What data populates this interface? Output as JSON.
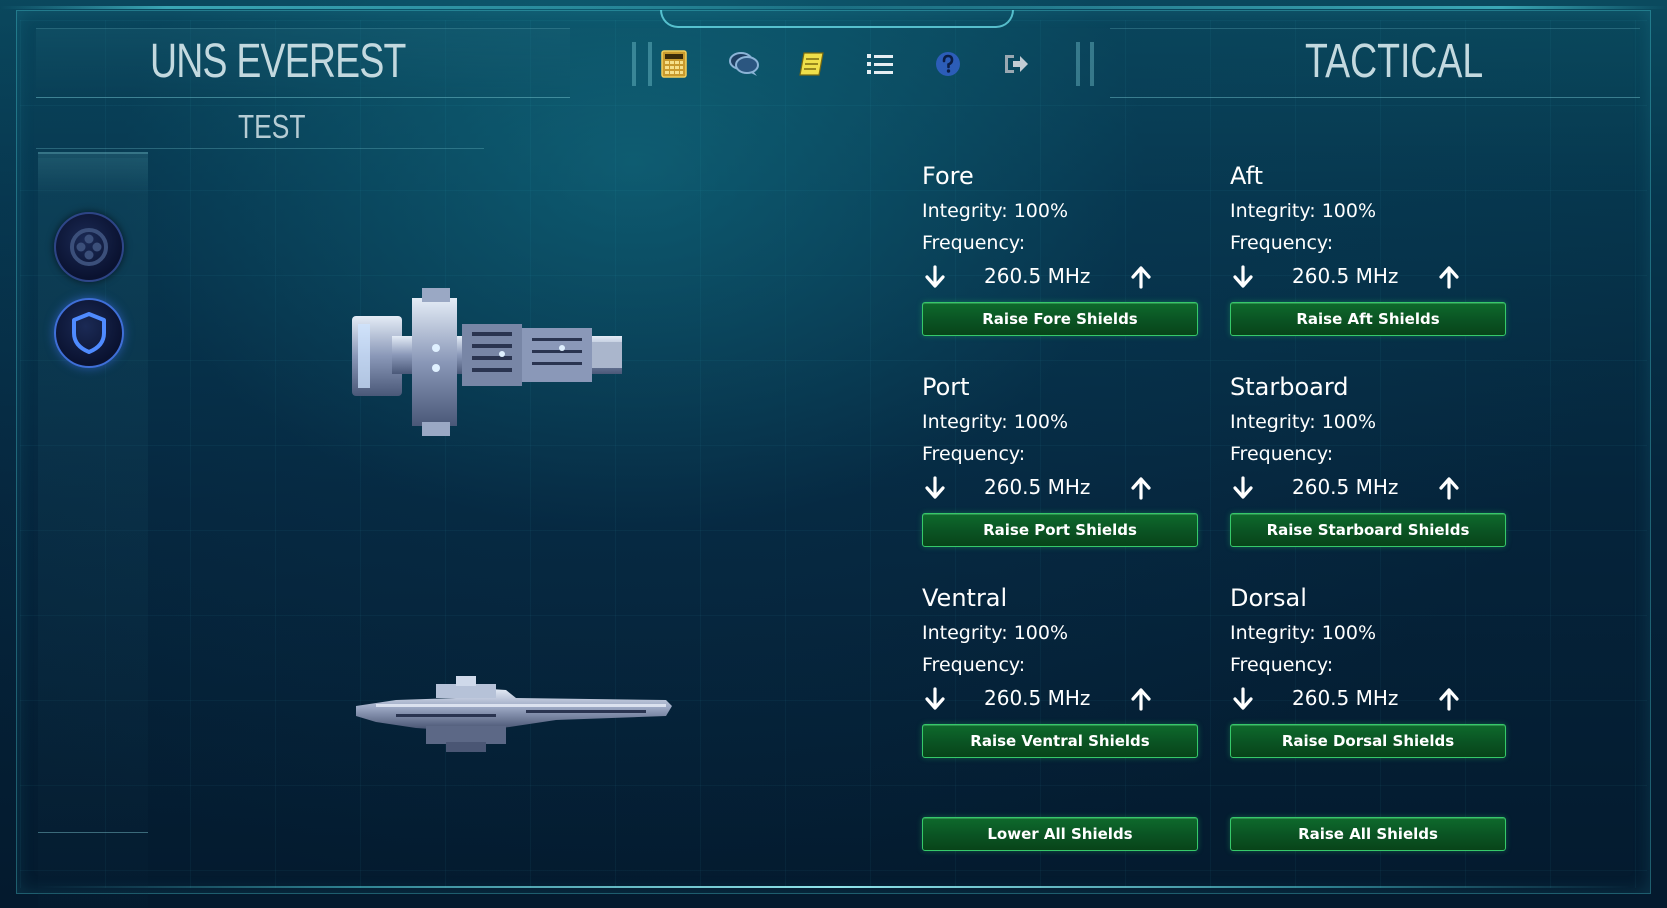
{
  "header": {
    "ship_name": "UNS EVEREST",
    "ship_subtitle": "TEST",
    "station_name": "TACTICAL"
  },
  "toolbar": {
    "items": [
      {
        "name": "calculator",
        "icon": "calculator-icon",
        "color": "#e8c24a"
      },
      {
        "name": "chat",
        "icon": "chat-bubbles-icon",
        "color": "#7fa6c9"
      },
      {
        "name": "notes",
        "icon": "notebook-icon",
        "color": "#f0e04a"
      },
      {
        "name": "list",
        "icon": "list-icon",
        "color": "#e6eef3"
      },
      {
        "name": "help",
        "icon": "question-icon",
        "color": "#2c5db8"
      },
      {
        "name": "logout",
        "icon": "exit-icon",
        "color": "#b8c4cc"
      }
    ]
  },
  "sidebar": {
    "items": [
      {
        "name": "thrusters",
        "icon": "thruster-icon"
      },
      {
        "name": "shields",
        "icon": "shield-icon",
        "active": true
      }
    ]
  },
  "shields": {
    "fore": {
      "title": "Fore",
      "integrity": "Integrity: 100%",
      "frequency_label": "Frequency:",
      "frequency": "260.5 MHz",
      "button": "Raise Fore Shields"
    },
    "aft": {
      "title": "Aft",
      "integrity": "Integrity: 100%",
      "frequency_label": "Frequency:",
      "frequency": "260.5 MHz",
      "button": "Raise Aft Shields"
    },
    "port": {
      "title": "Port",
      "integrity": "Integrity: 100%",
      "frequency_label": "Frequency:",
      "frequency": "260.5 MHz",
      "button": "Raise Port Shields"
    },
    "starboard": {
      "title": "Starboard",
      "integrity": "Integrity: 100%",
      "frequency_label": "Frequency:",
      "frequency": "260.5 MHz",
      "button": "Raise Starboard Shields"
    },
    "ventral": {
      "title": "Ventral",
      "integrity": "Integrity: 100%",
      "frequency_label": "Frequency:",
      "frequency": "260.5 MHz",
      "button": "Raise Ventral Shields"
    },
    "dorsal": {
      "title": "Dorsal",
      "integrity": "Integrity: 100%",
      "frequency_label": "Frequency:",
      "frequency": "260.5 MHz",
      "button": "Raise Dorsal Shields"
    }
  },
  "actions": {
    "lower_all": "Lower All Shields",
    "raise_all": "Raise All Shields"
  },
  "colors": {
    "button_green": "#0a5323",
    "button_border": "#36c96a",
    "accent_cyan": "#5ae6f0"
  }
}
